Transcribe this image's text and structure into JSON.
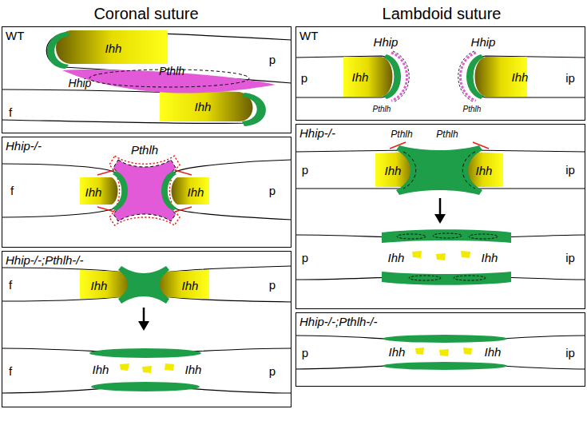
{
  "diagram": {
    "nodes": [
      {
        "text": [
          "WT"
        ]
      },
      {
        "text": [
          "Hhip-/-"
        ]
      },
      {
        "text": [
          "Hhip-/-;Pthlh-/-"
        ]
      },
      {
        "text": [
          "WT"
        ]
      },
      {
        "text": [
          "Hhip-/-"
        ]
      },
      {
        "text": [
          "Hhip-/-;Pthlh-/-"
        ]
      }
    ],
    "labels": [
      "Coronal suture",
      "Lambdoid suture",
      "Ihh",
      "p",
      "Hhip",
      "Pthlh",
      "f",
      "Ihh",
      "Hhip",
      "Hhip",
      "p",
      "Ihh",
      "Ihh",
      "ip",
      "Pthlh",
      "Pthlh",
      "Pthlh",
      "f",
      "Ihh",
      "Ihh",
      "p",
      "Pthlh",
      "Pthlh",
      "p",
      "Ihh",
      "Ihh",
      "ip",
      "p",
      "Ihh",
      "Ihh",
      "ip",
      "f",
      "Ihh",
      "Ihh",
      "p",
      "f",
      "Ihh",
      "Ihh",
      "p",
      "p",
      "Ihh",
      "Ihh",
      "ip"
    ]
  }
}
